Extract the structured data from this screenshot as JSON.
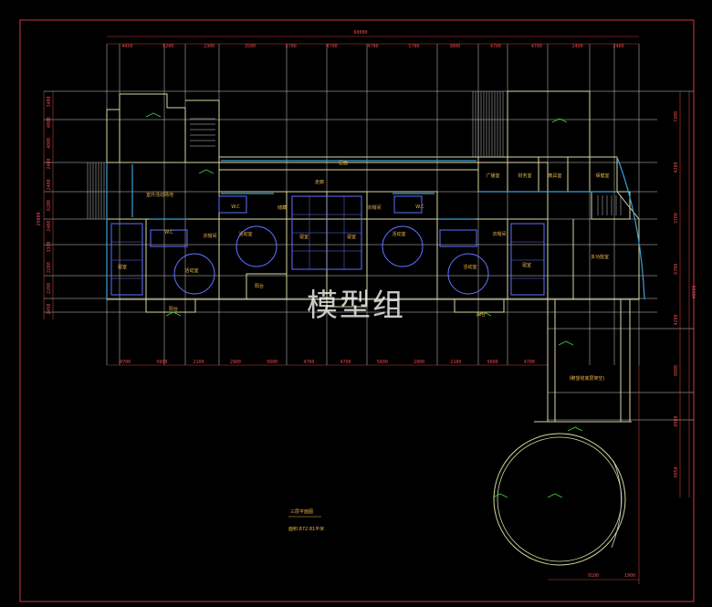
{
  "drawing": {
    "background": "#000000",
    "colors": {
      "frame": "#c83c3c",
      "dim_text": "#e84b4b",
      "grid": "#e8e8e8",
      "wall": "#d8d8a0",
      "glass": "#3aa0d8",
      "furniture": "#6070ff",
      "label": "#e8b34a",
      "green": "#40d040"
    },
    "overall_dimension": "60000",
    "top_dimensions": [
      "4450",
      "5200",
      "2300",
      "3500",
      "5700",
      "4700",
      "4700",
      "5700",
      "3800",
      "4700",
      "4700",
      "2400",
      "2400"
    ],
    "bottom_dimensions": [
      "4700",
      "5600",
      "2100",
      "2900",
      "5600",
      "4700",
      "4700",
      "5600",
      "2900",
      "2100",
      "5600",
      "4700"
    ],
    "left_dimensions": [
      "3400",
      "4000",
      "4800",
      "2400",
      "2400",
      "6200",
      "2400",
      "3300",
      "2200",
      "2200",
      "2450"
    ],
    "left_total": "29000",
    "right_dimensions": [
      "7200",
      "4200",
      "3700",
      "6700",
      "4200",
      "8000",
      "8800",
      "9850"
    ],
    "right_total": "48600",
    "tower_dimensions": [
      "9100",
      "1900"
    ],
    "rooms": [
      {
        "text": "室外活动场地"
      },
      {
        "text": "走廊"
      },
      {
        "text": "W.C"
      },
      {
        "text": "W.C"
      },
      {
        "text": "W.C"
      },
      {
        "text": "活动室"
      },
      {
        "text": "活动室"
      },
      {
        "text": "活动室"
      },
      {
        "text": "活动室"
      },
      {
        "text": "寝室"
      },
      {
        "text": "寝室"
      },
      {
        "text": "寝室"
      },
      {
        "text": "寝室"
      },
      {
        "text": "衣帽间"
      },
      {
        "text": "衣帽间"
      },
      {
        "text": "衣帽间"
      },
      {
        "text": "储藏"
      },
      {
        "text": "阳台"
      },
      {
        "text": "阳台"
      },
      {
        "text": "阳台"
      },
      {
        "text": "广播室"
      },
      {
        "text": "财务室"
      },
      {
        "text": "教具室"
      },
      {
        "text": "保健室"
      },
      {
        "text": "多功能室"
      },
      {
        "text": "(瞭望塔底层架空)"
      },
      {
        "text": "屋面"
      }
    ],
    "plan_title": "三层平面图",
    "area_note": "面积:872.81平米",
    "watermark": "模型组"
  }
}
